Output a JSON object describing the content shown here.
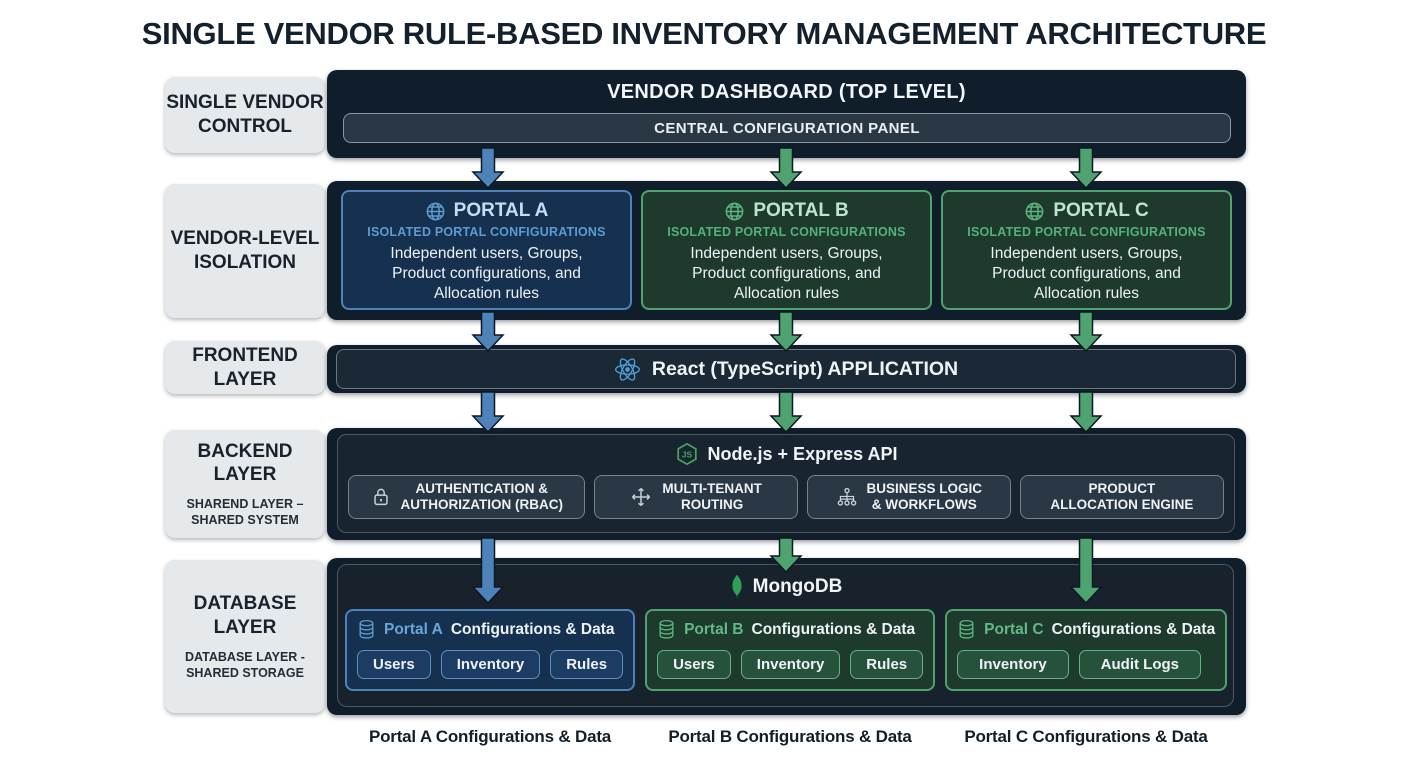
{
  "title": "SINGLE VENDOR RULE-BASED INVENTORY MANAGEMENT ARCHITECTURE",
  "colors": {
    "ink": "#14202c",
    "box-dark": "#101d2b",
    "panel-slate": "#2a3744",
    "label-bg": "#e6e9ec",
    "accent-blue": "#4d83b8",
    "accent-green": "#4fa371",
    "portal-blue-bg": "#16304f",
    "portal-green-bg": "#1d3a2c",
    "react-blue": "#4f9fd8",
    "node-green": "#4aa564",
    "mongo-green": "#2f9e57"
  },
  "layers": {
    "control": {
      "label": "SINGLE VENDOR\nCONTROL",
      "heading": "VENDOR DASHBOARD (TOP LEVEL)",
      "panel": "CENTRAL CONFIGURATION PANEL"
    },
    "isolation": {
      "label": "VENDOR-LEVEL\nISOLATION",
      "portals": [
        {
          "name": "PORTAL A",
          "subtitle": "ISOLATED PORTAL CONFIGURATIONS",
          "body": "Independent users, Groups,\nProduct configurations, and\nAllocation rules",
          "icon": "globe-icon",
          "theme": "blue"
        },
        {
          "name": "PORTAL B",
          "subtitle": "ISOLATED PORTAL CONFIGURATIONS",
          "body": "Independent users, Groups,\nProduct configurations, and\nAllocation rules",
          "icon": "globe-icon",
          "theme": "green"
        },
        {
          "name": "PORTAL C",
          "subtitle": "ISOLATED PORTAL CONFIGURATIONS",
          "body": "Independent users, Groups,\nProduct configurations, and\nAllocation rules",
          "icon": "globe-icon",
          "theme": "green"
        }
      ]
    },
    "frontend": {
      "label": "FRONTEND\nLAYER",
      "app": "React (TypeScript) APPLICATION",
      "icon": "react-icon"
    },
    "backend": {
      "label": "BACKEND\nLAYER",
      "sublabel": "SHAREND LAYER –\nSHARED SYSTEM",
      "api": "Node.js + Express API",
      "api_icon": "nodejs-icon",
      "services": [
        {
          "label": "AUTHENTICATION &\nAUTHORIZATION (RBAC)",
          "icon": "lock-icon"
        },
        {
          "label": "MULTI-TENANT\nROUTING",
          "icon": "move-arrows-icon"
        },
        {
          "label": "BUSINESS LOGIC\n& WORKFLOWS",
          "icon": "workflow-icon"
        },
        {
          "label": "PRODUCT\nALLOCATION ENGINE",
          "icon": ""
        }
      ]
    },
    "database": {
      "label": "DATABASE\nLAYER",
      "sublabel": "DATABASE LAYER -\nSHARED STORAGE",
      "db": "MongoDB",
      "db_icon": "mongodb-leaf-icon",
      "stores": [
        {
          "name": "Portal A",
          "rest": "Configurations & Data",
          "icon": "database-icon",
          "theme": "blue",
          "chips": [
            "Users",
            "Inventory",
            "Rules"
          ]
        },
        {
          "name": "Portal B",
          "rest": "Configurations & Data",
          "icon": "database-icon",
          "theme": "green",
          "chips": [
            "Users",
            "Inventory",
            "Rules"
          ]
        },
        {
          "name": "Portal C",
          "rest": "Configurations & Data",
          "icon": "database-icon",
          "theme": "green",
          "chips": [
            "Inventory",
            "Audit Logs"
          ]
        }
      ]
    }
  },
  "footers": [
    "Portal A Configurations & Data",
    "Portal B Configurations & Data",
    "Portal C Configurations & Data"
  ]
}
